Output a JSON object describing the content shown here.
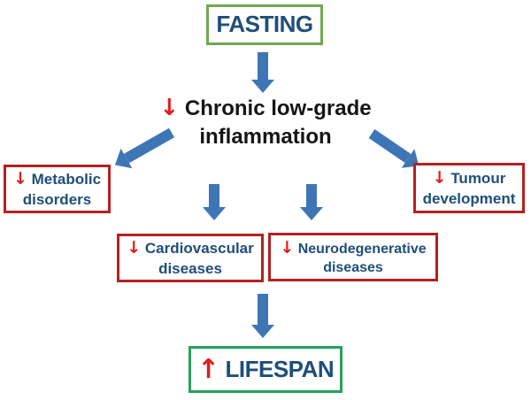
{
  "colors": {
    "background": "#FFFFFF",
    "arrow_blue": "#3E76B5",
    "text_blue": "#1F4E7A",
    "glyph_red": "#E21B1B",
    "box_red_border": "#B42121",
    "green_fasting": "#71A94F",
    "green_lifespan": "#27A05C",
    "text_black": "#151515"
  },
  "glyphs": {
    "down_arrow": "↓",
    "up_arrow": "↑"
  },
  "nodes": {
    "fasting": {
      "label": "FASTING"
    },
    "inflammation": {
      "glyph": "↓",
      "line1": "Chronic low-grade",
      "line2": "inflammation"
    },
    "metabolic": {
      "glyph": "↓",
      "line1": "Metabolic",
      "line2": "disorders"
    },
    "tumour": {
      "glyph": "↓",
      "line1": "Tumour",
      "line2": "development"
    },
    "cardiovascular": {
      "glyph": "↓",
      "line1": "Cardiovascular",
      "line2": "diseases"
    },
    "neurodegenerative": {
      "glyph": "↓",
      "line1": "Neurodegenerative",
      "line2": "diseases"
    },
    "lifespan": {
      "glyph": "↑",
      "label": "LIFESPAN"
    }
  },
  "edges": [
    {
      "from": "fasting",
      "to": "inflammation"
    },
    {
      "from": "inflammation",
      "to": "metabolic"
    },
    {
      "from": "inflammation",
      "to": "tumour"
    },
    {
      "from": "inflammation",
      "to": "cardiovascular"
    },
    {
      "from": "inflammation",
      "to": "neurodegenerative"
    },
    {
      "from": "diseases",
      "to": "lifespan"
    }
  ]
}
